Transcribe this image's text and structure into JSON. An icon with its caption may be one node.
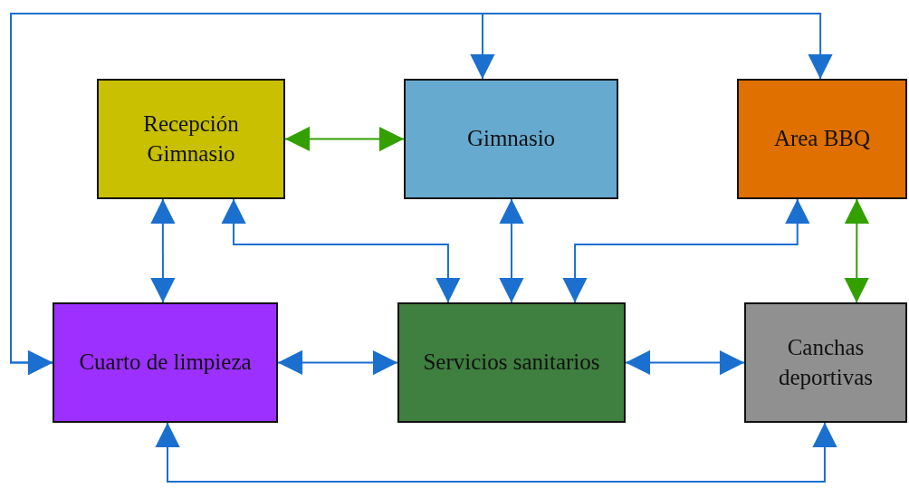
{
  "diagram": {
    "nodes": [
      {
        "text": [
          "Recepción Gimnasio"
        ]
      },
      {
        "text": [
          "Gimnasio"
        ]
      },
      {
        "text": [
          "Area BBQ"
        ]
      },
      {
        "text": [
          "Cuarto de limpieza"
        ]
      },
      {
        "text": [
          "Servicios sanitarios"
        ]
      },
      {
        "text": [
          "Canchas deportivas"
        ]
      }
    ],
    "edges": [
      {
        "from": 0,
        "to": 1,
        "arrow": "both",
        "color": "#33a000"
      },
      {
        "from": 0,
        "to": 3,
        "arrow": "both"
      },
      {
        "from": 0,
        "to": 4,
        "arrow": "both"
      },
      {
        "from": 1,
        "to": 4,
        "arrow": "both"
      },
      {
        "from": 2,
        "to": 4,
        "arrow": "both"
      },
      {
        "from": 2,
        "to": 5,
        "arrow": "both",
        "color": "#33a000"
      },
      {
        "from": 3,
        "to": 4,
        "arrow": "both"
      },
      {
        "from": 4,
        "to": 5,
        "arrow": "both"
      },
      {
        "from": 3,
        "to": 5,
        "arrow": "both"
      },
      {
        "from": 3,
        "to": 1,
        "arrow": "both"
      },
      {
        "from": 3,
        "to": 2,
        "arrow": "both"
      }
    ]
  }
}
